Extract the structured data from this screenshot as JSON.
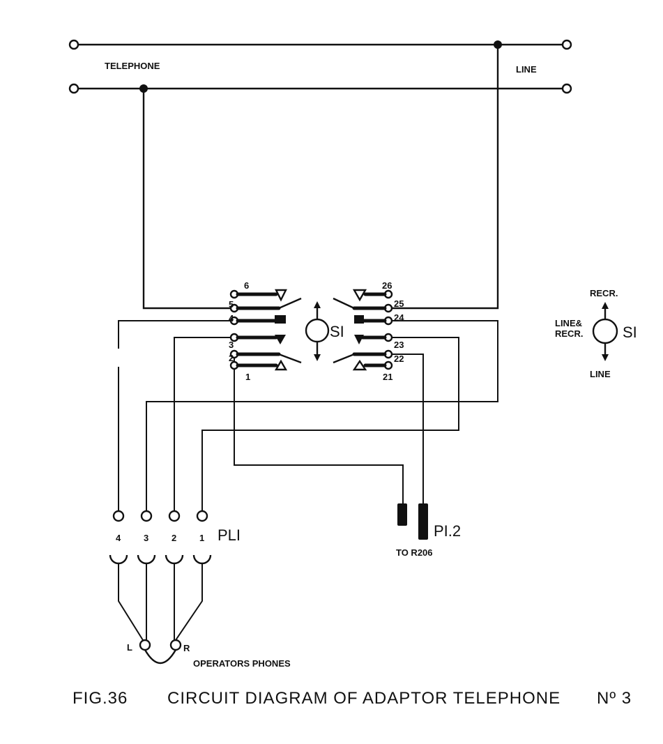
{
  "labels": {
    "telephone": "TELEPHONE",
    "line": "LINE",
    "switch": "SI",
    "legend_recr": "RECR.",
    "legend_line_recr_1": "LINE&",
    "legend_line_recr_2": "RECR.",
    "legend_line": "LINE",
    "legend_switch": "SI",
    "plug1": "PLI",
    "plug2": "PI.2",
    "to_r206": "TO R206",
    "left": "L",
    "right": "R",
    "operators_phones": "OPERATORS PHONES"
  },
  "contacts_left": [
    "6",
    "5",
    "4",
    "3",
    "2",
    "1"
  ],
  "contacts_right": [
    "26",
    "25",
    "24",
    "23",
    "22",
    "21"
  ],
  "plug1_pins": [
    "4",
    "3",
    "2",
    "1"
  ],
  "caption": {
    "figure": "FIG.36",
    "title": "CIRCUIT DIAGRAM OF ADAPTOR TELEPHONE",
    "number": "Nº 3"
  }
}
